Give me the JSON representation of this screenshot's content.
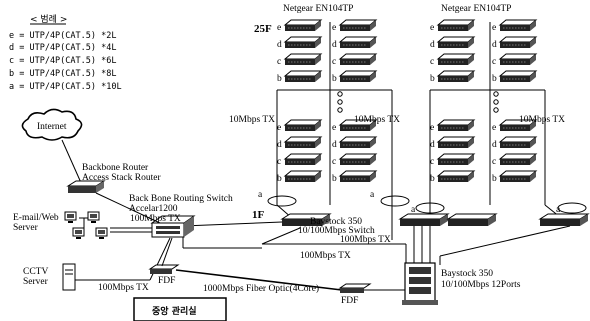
{
  "legend": {
    "title": "< 범례 >",
    "items": [
      "e = UTP/4P(CAT.5) *2L",
      "d = UTP/4P(CAT.5) *4L",
      "c = UTP/4P(CAT.5) *6L",
      "b = UTP/4P(CAT.5) *8L",
      "a = UTP/4P(CAT.5) *10L"
    ]
  },
  "floors": {
    "top": "25F",
    "bottom": "1F"
  },
  "stacks": {
    "left_title": "Netgear EN104TP",
    "right_title": "Netgear EN104TP",
    "switch_letters": [
      "e",
      "d",
      "c",
      "b"
    ],
    "uplink_letter": "a"
  },
  "links": {
    "left_tx": "10Mbps TX",
    "mid_tx": "10Mbps TX",
    "right_tx": "10Mbps TX",
    "bs_down": "100Mbps TX",
    "core_up": "100Mbps TX",
    "core_left": "100Mbps TX",
    "cctv_link": "100Mbps TX",
    "fiber": "1000Mbps Fiber Optic(4Core)"
  },
  "devices": {
    "internet": "Internet",
    "router": [
      "Backbone Router",
      "Access Stack Router"
    ],
    "routing_switch": [
      "Back Bone Routing Switch",
      "Accelar1200"
    ],
    "mail_server": [
      "E-mail/Web",
      "Server"
    ],
    "cctv_server": [
      "CCTV",
      "Server"
    ],
    "baystock_top": [
      "Baystock 350",
      "10/100Mbps Switch"
    ],
    "baystock_main": [
      "Baystock 350",
      "10/100Mbps 12Ports"
    ],
    "fdf_left": "FDF",
    "fdf_right": "FDF"
  },
  "room_label": "중앙 관리실"
}
